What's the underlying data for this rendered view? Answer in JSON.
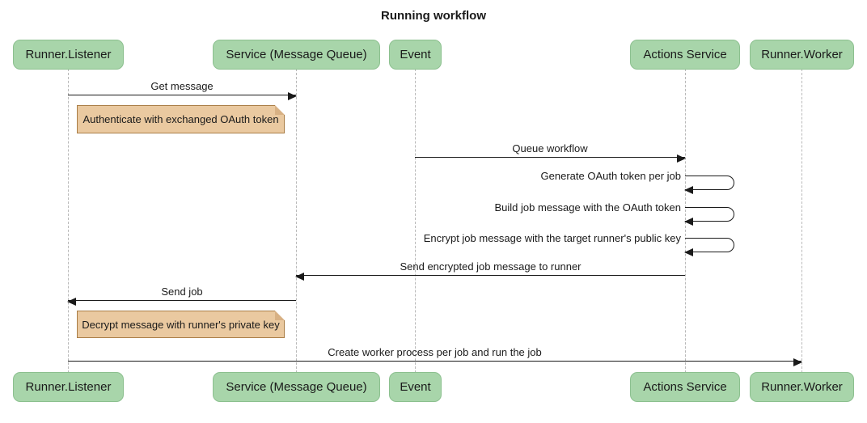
{
  "title": "Running workflow",
  "colors": {
    "actor_fill": "#a8d5aa",
    "actor_border": "#8cc08f",
    "note_fill": "#eac9a0",
    "note_border": "#aa7d46",
    "note_fold": "#d8b184",
    "line": "#1a1a1a",
    "lifeline": "#b9b9b9",
    "text": "#1a1a1a",
    "background": "#ffffff"
  },
  "actors": [
    {
      "label": "Runner.Listener"
    },
    {
      "label": "Service (Message Queue)"
    },
    {
      "label": "Event"
    },
    {
      "label": "Actions Service"
    },
    {
      "label": "Runner.Worker"
    }
  ],
  "messages": [
    {
      "type": "message",
      "label": "Get message",
      "from": "Runner.Listener",
      "to": "Service (Message Queue)"
    },
    {
      "type": "note",
      "label": "Authenticate with exchanged OAuth token"
    },
    {
      "type": "message",
      "label": "Queue workflow",
      "from": "Event",
      "to": "Actions Service"
    },
    {
      "type": "self",
      "label": "Generate OAuth token per job",
      "from": "Actions Service",
      "to": "Actions Service"
    },
    {
      "type": "self",
      "label": "Build job message with the OAuth token",
      "from": "Actions Service",
      "to": "Actions Service"
    },
    {
      "type": "self",
      "label": "Encrypt job message with the target runner's public key",
      "from": "Actions Service",
      "to": "Actions Service"
    },
    {
      "type": "message",
      "label": "Send encrypted job message to runner",
      "from": "Actions Service",
      "to": "Service (Message Queue)"
    },
    {
      "type": "message",
      "label": "Send job",
      "from": "Service (Message Queue)",
      "to": "Runner.Listener"
    },
    {
      "type": "note",
      "label": "Decrypt message with runner's private key"
    },
    {
      "type": "message",
      "label": "Create worker process per job and run the job",
      "from": "Runner.Listener",
      "to": "Runner.Worker"
    }
  ]
}
